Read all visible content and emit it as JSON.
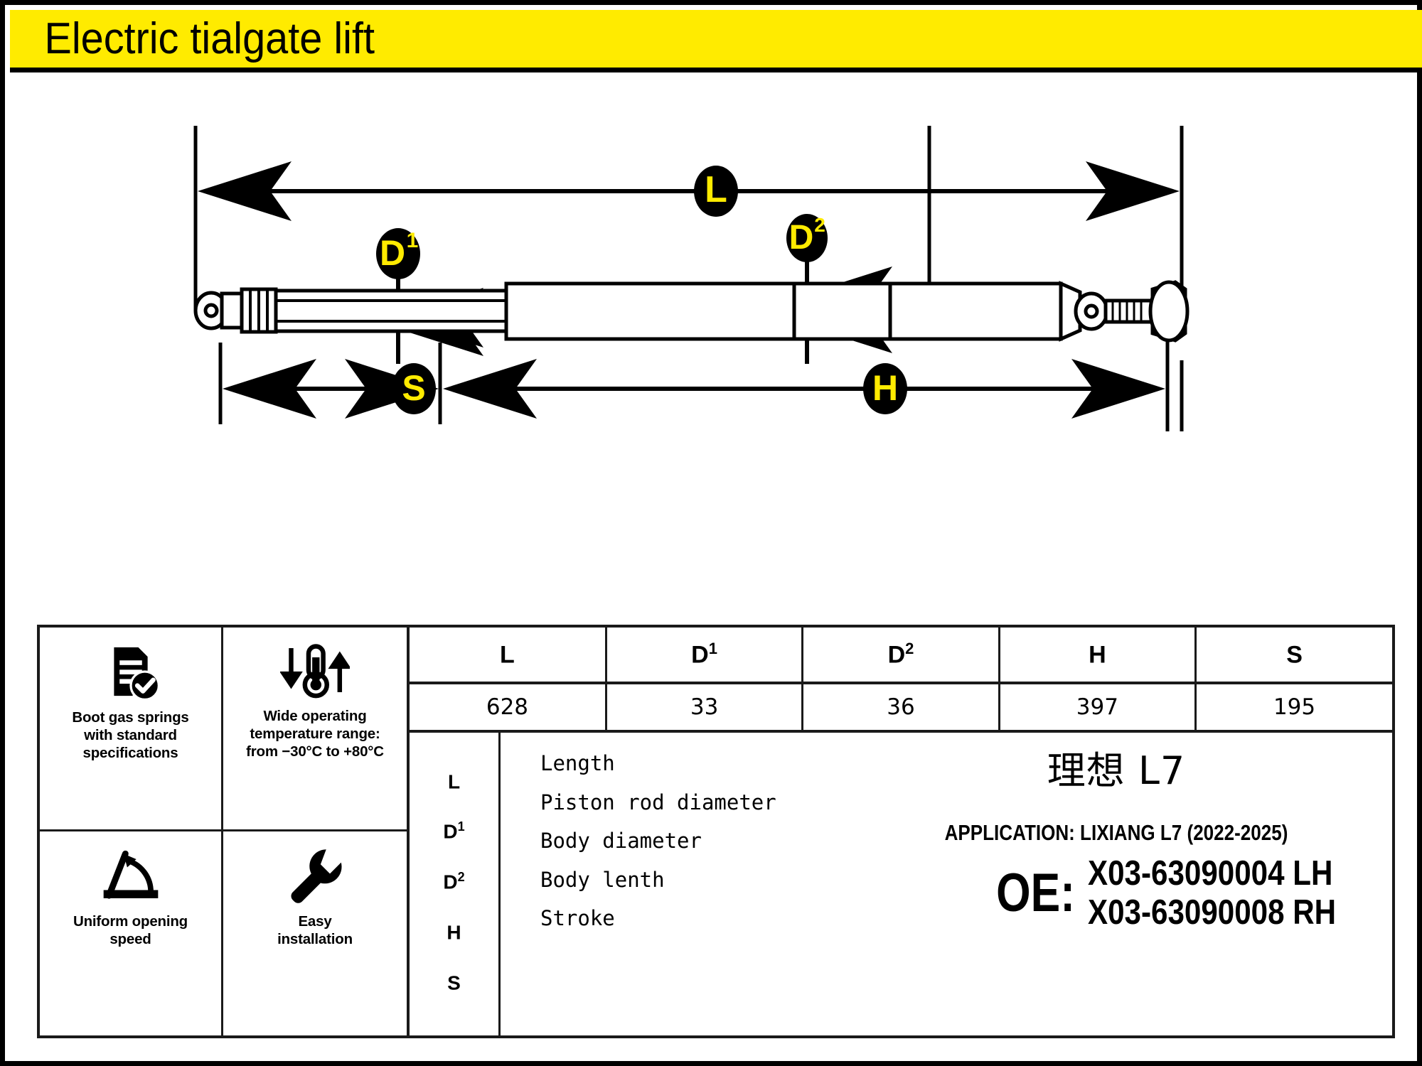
{
  "title": "Electric tialgate lift",
  "colors": {
    "banner_bg": "#ffeb00",
    "badge_bg": "#000000",
    "badge_text": "#ffeb00",
    "frame": "#000000"
  },
  "diagram": {
    "badges": [
      {
        "name": "L",
        "label": "L",
        "sup": ""
      },
      {
        "name": "D1",
        "label": "D",
        "sup": "1"
      },
      {
        "name": "D2",
        "label": "D",
        "sup": "2"
      },
      {
        "name": "S",
        "label": "S",
        "sup": ""
      },
      {
        "name": "H",
        "label": "H",
        "sup": ""
      }
    ]
  },
  "features": [
    {
      "icon": "document-check-icon",
      "lines": [
        "Boot gas springs",
        "with standard",
        "specifications"
      ]
    },
    {
      "icon": "thermometer-icon",
      "lines": [
        "Wide operating",
        "temperature range:",
        "from −30°C to +80°C"
      ]
    },
    {
      "icon": "angle-arc-icon",
      "lines": [
        "Uniform opening",
        "speed"
      ]
    },
    {
      "icon": "wrench-icon",
      "lines": [
        "Easy",
        "installation"
      ]
    }
  ],
  "spec_table": {
    "headers": [
      {
        "label": "L",
        "sup": ""
      },
      {
        "label": "D",
        "sup": "1"
      },
      {
        "label": "D",
        "sup": "2"
      },
      {
        "label": "H",
        "sup": ""
      },
      {
        "label": "S",
        "sup": ""
      }
    ],
    "values": [
      "628",
      "33",
      "36",
      "397",
      "195"
    ]
  },
  "legend": {
    "keys": [
      {
        "label": "L",
        "sup": ""
      },
      {
        "label": "D",
        "sup": "1"
      },
      {
        "label": "D",
        "sup": "2"
      },
      {
        "label": "H",
        "sup": ""
      },
      {
        "label": "S",
        "sup": ""
      }
    ],
    "definitions": [
      "Length",
      "Piston rod diameter",
      "Body diameter",
      "Body lenth",
      "Stroke"
    ]
  },
  "application": {
    "model_name": "理想 L7",
    "application_line": "APPLICATION: LIXIANG  L7 (2022-2025)",
    "oe_label": "OE:",
    "oe_numbers": [
      "X03-63090004 LH",
      "X03-63090008 RH"
    ]
  }
}
